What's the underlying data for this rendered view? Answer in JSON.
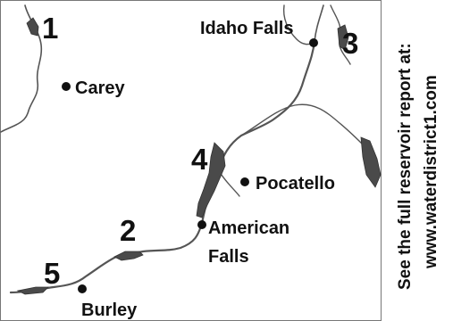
{
  "cities": [
    {
      "name": "Carey"
    },
    {
      "name": "Idaho Falls"
    },
    {
      "name": "Pocatello"
    },
    {
      "name": "American",
      "name_line2": "Falls"
    },
    {
      "name": "Burley"
    }
  ],
  "reservoirs": [
    {
      "number": "1"
    },
    {
      "number": "2"
    },
    {
      "number": "3"
    },
    {
      "number": "4"
    },
    {
      "number": "5"
    }
  ],
  "report_note": {
    "line1": "See the full reservoir report at:",
    "line2": "www.waterdistrict1.com"
  }
}
